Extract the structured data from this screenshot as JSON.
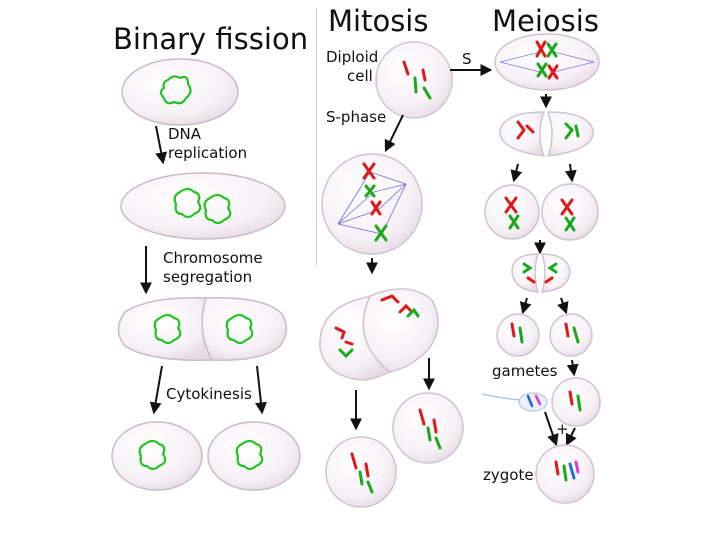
{
  "titles": {
    "binary_fission": "Binary fission",
    "mitosis": "Mitosis",
    "meiosis": "Meiosis"
  },
  "binary_fission": {
    "step1": "DNA",
    "step1b": "replication",
    "step2": "Chromosome",
    "step2b": "segregation",
    "step3": "Cytokinesis"
  },
  "mitosis": {
    "diploid": "Diploid",
    "diploid_b": "cell",
    "s_phase": "S-phase"
  },
  "meiosis": {
    "s_label": "S",
    "gametes": "gametes",
    "plus": "+",
    "zygote": "zygote"
  },
  "colors": {
    "dna": "#22c322",
    "chrom_red": "#e01818",
    "chrom_green": "#1aa91a",
    "spindle": "#4a4adf",
    "sperm_blue": "#1f6fcf",
    "sperm_pink": "#e03ad6"
  }
}
